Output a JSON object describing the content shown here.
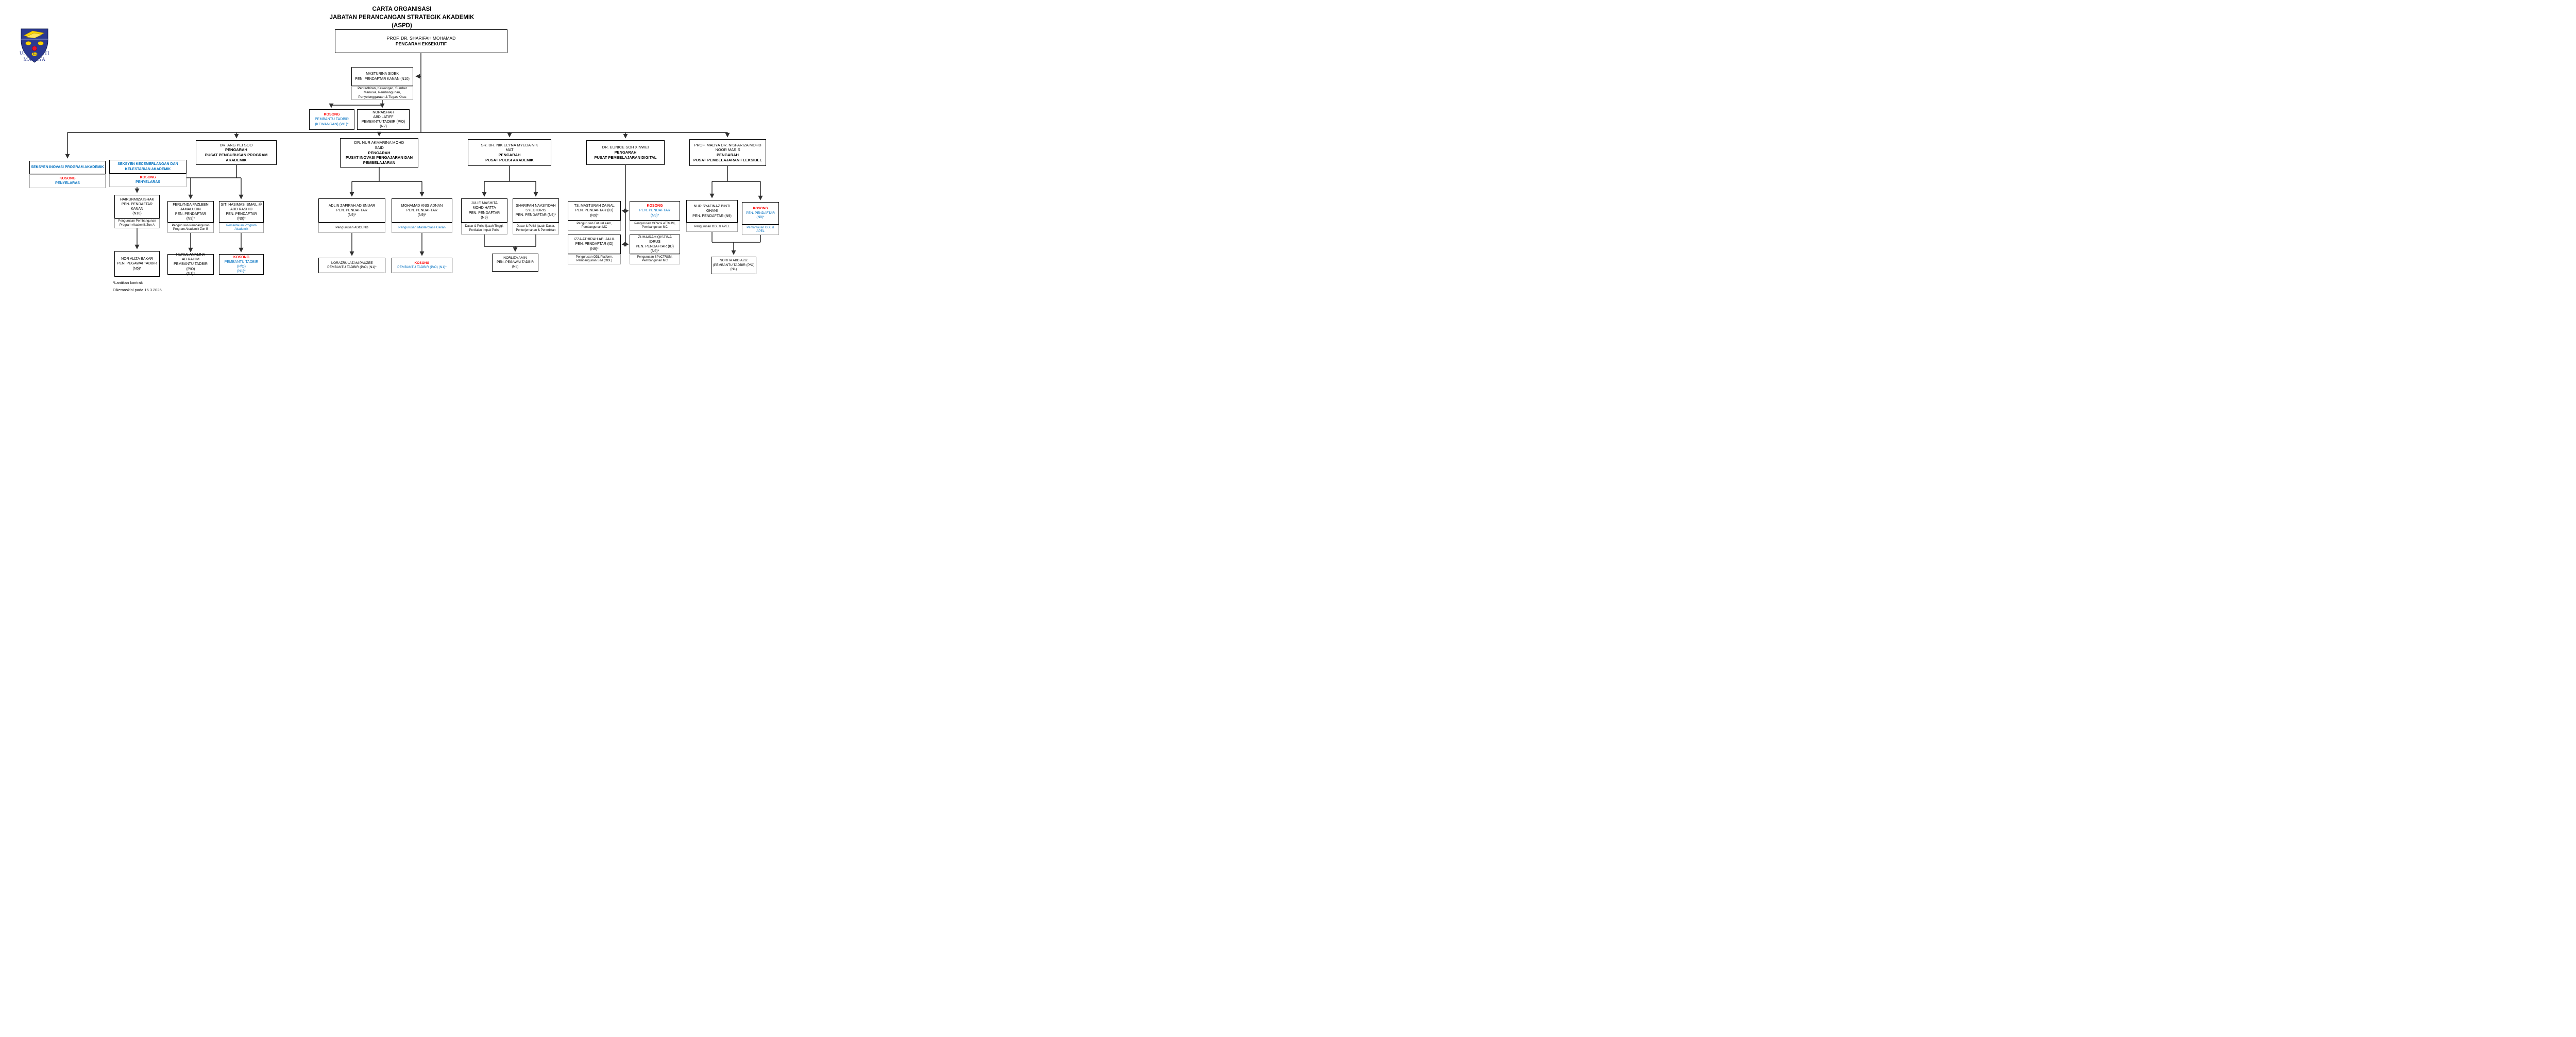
{
  "title": {
    "line1": "CARTA ORGANISASI",
    "line2": "JABATAN PERANCANGAN STRATEGIK AKADEMIK",
    "line3": "(ASPD)"
  },
  "logo": {
    "line1": "UNIVERSITI",
    "line2": "MALAYA"
  },
  "colors": {
    "vacant_red": "#FF0000",
    "role_blue": "#0070C0",
    "crest_navy": "#2B3990",
    "crest_yellow": "#FFD400",
    "crest_flower_red": "#E8112D"
  },
  "executive": {
    "name": "PROF. DR. SHARIFAH MOHAMAD",
    "role": "PENGARAH EKSEKUTIF"
  },
  "registrar": {
    "name": "MASTURINA SIDEK",
    "role": "PEN. PENDAFTAR KANAN (N10)",
    "scope": "Pentadbiran, Kewangan, Sumber Manusia, Pembangunan, Penyelenggaraan & Tugas Khas"
  },
  "admin": {
    "vacant_clerk": {
      "status": "KOSONG",
      "role": "PEMBANTU TADBIR",
      "grade": "(KEWANGAN) (W1)*"
    },
    "noraishah": {
      "name": "NORAISHAH ABD LATIFF",
      "role": "PEMBANTU TADBIR (P/O) (N2)"
    }
  },
  "sections": {
    "inovasi": {
      "title": "SEKSYEN INOVASI PROGRAM AKADEMIK",
      "status": "KOSONG",
      "role": "PENYELARAS"
    },
    "kecemerlangan": {
      "title": "SEKSYEN KECEMERLANGAN DAN KELESTARIAN AKADEMIK",
      "status": "KOSONG",
      "role": "PENYELARAS"
    }
  },
  "centres": {
    "ppa": {
      "name": "DR. ANG PEI SOO",
      "title": "PENGARAH",
      "centre": "PUSAT PENGURUSAN PROGRAM AKADEMIK"
    },
    "pipp": {
      "name": "DR. NUR AKMARINA MOHD SAID",
      "title": "PENGARAH",
      "centre": "PUSAT INOVASI PENGAJARAN DAN PEMBELAJARAN"
    },
    "polisi": {
      "name": "SR. DR. NIK ELYNA MYEDA NIK MAT",
      "title": "PENGARAH",
      "centre": "PUSAT POLISI AKADEMIK"
    },
    "digital": {
      "name": "DR. EUNICE SOH XINWEI",
      "title": "PENGARAH",
      "centre": "PUSAT PEMBELAJARAN DIGITAL"
    },
    "fleksibel": {
      "name": "PROF. MADYA DR. NISFARIZA MOHD NOOR MARIS",
      "title": "PENGARAH",
      "centre": "PUSAT PEMBELAJARAN FLEKSIBEL"
    }
  },
  "staff": {
    "hairunmiza": {
      "name": "HAIRUNMIZA ISHAK",
      "role": "PEN. PENDAFTAR KANAN",
      "grade": "(N10)",
      "duty": "Pengurusan Pembangunan Program Akademik Zon A"
    },
    "ferlynda": {
      "name": "FERLYNDA FAZLEEN JAMALUDIN",
      "role": "PEN. PENDAFTAR",
      "grade": "(N9)*",
      "duty": "Pengurusan Pembangunan Program Akademik Zon B"
    },
    "siti": {
      "name": "SITI HASIMAS ISMAIL @ ABD RASHID",
      "role": "PEN. PENDAFTAR",
      "grade": "(N9)*",
      "duty": "Pemantauan Program Akademik"
    },
    "noraliza": {
      "name": "NOR ALIZA BAKAR",
      "role": "PEN. PEGAWAI TADBIR",
      "grade": "(N5)*"
    },
    "nurul": {
      "name": "NURUL AMALINA AB RAHIM",
      "role": "PEMBANTU TADBIR (P/O)",
      "grade": "(N1)*"
    },
    "vacant_pt_ppa": {
      "status": "KOSONG",
      "role": "PEMBANTU TADBIR (P/O)",
      "grade": "(N1)*"
    },
    "adlin": {
      "name": "ADLIN ZAFIRAH ADIENUAR",
      "role": "PEN. PENDAFTAR",
      "grade": "(N9)*",
      "duty": "Pengurusan ASCEND"
    },
    "mohamad": {
      "name": "MOHAMAD ANIS ADNAN",
      "role": "PEN. PENDAFTAR",
      "grade": "(N9)*",
      "duty": "Pengurusan Masterclass Geran"
    },
    "norazrulazam": {
      "name": "NORAZRULAZAM PAUZEE",
      "role": "PEMBANTU TADBIR (P/O) (N1)*"
    },
    "vacant_pt_pipp": {
      "status": "KOSONG",
      "role": "PEMBANTU TADBIR (P/O) (N1)*"
    },
    "julie": {
      "name": "JULIE MASHITA MOHD HATTA",
      "role": "PEN. PENDAFTAR",
      "grade": "(N9)",
      "duty": "Dasar & Polisi Ijazah Tinggi, Penilaian Impak Polisi"
    },
    "sharifah": {
      "name": "SHARIFAH NAASYIDAH SYED IDRIS",
      "role": "PEN. PENDAFTAR (N9)*",
      "duty": "Dasar & Polisi Ijazah Dasar, Penterjemahan & Penerbitan"
    },
    "norliza": {
      "name": "NORLIZA AMIN",
      "role": "PEN. PEGAWAI TADBIR",
      "grade": "(N5)"
    },
    "masturah": {
      "name": "TS. MASTURAH ZAINAL",
      "role": "PEN. PENDAFTAR (ID)",
      "grade": "(N9)*",
      "duty": "Pengurusan FutureLearn, Pembangunan MC"
    },
    "vacant_pp_digital": {
      "status": "KOSONG",
      "role": "PEN. PENDAFTAR",
      "grade": "(N9)*",
      "duty": "Pengurusan OCW & ATRiUM, Pembangunan MC"
    },
    "izza": {
      "name": "IZZA ATHIRAH AB. JALIL",
      "role": "PEN. PENDAFTAR (ID)",
      "grade": "(N9)*",
      "duty": "Pengurusan ODL Platform, Pembangunan SIM (ODL)"
    },
    "zuhairah": {
      "name": "ZUHAIRAH QISTINA IDRUS",
      "role": "PEN. PENDAFTAR (ID)",
      "grade": "(N9)*",
      "duty": "Pengurusan SPeCTRUM, Pembangunan MC"
    },
    "nursyafinaz": {
      "name": "NUR SYAFINAZ BINTI GHANI",
      "role": "PEN. PENDAFTAR (N9)",
      "duty": "Pengurusan ODL & APEL"
    },
    "vacant_pp_fleksibel": {
      "status": "KOSONG",
      "role": "PEN. PENDAFTAR",
      "grade": "(N9)*",
      "duty": "Pemantauan ODL & APEL"
    },
    "norita": {
      "name": "NORITA ABD AZIZ",
      "role": "(PEMBANTU TADBIR (P/O)",
      "grade": "(N1)"
    }
  },
  "notes": {
    "contract": "*Lantikan kontrak",
    "updated": "Dikemaskini pada 16.3.2026"
  }
}
